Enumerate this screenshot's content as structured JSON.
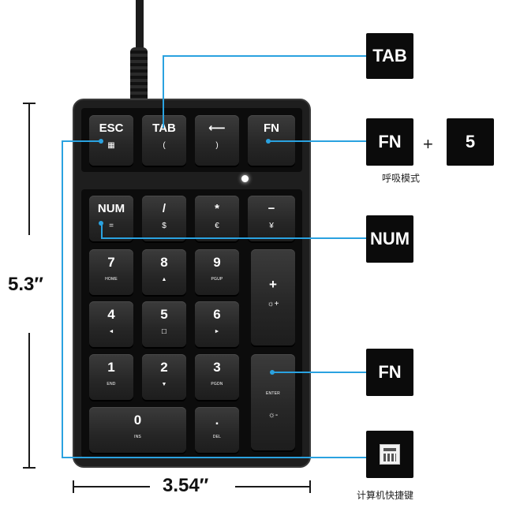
{
  "keyboard": {
    "top_row": [
      {
        "main": "ESC",
        "sub": "▦"
      },
      {
        "main": "TAB",
        "sub": "("
      },
      {
        "main": "⟵",
        "sub": ")"
      },
      {
        "main": "FN",
        "sub": ""
      }
    ],
    "rows": [
      [
        {
          "main": "NUM",
          "sub": "="
        },
        {
          "main": "/",
          "sub": "$"
        },
        {
          "main": "*",
          "sub": "€"
        },
        {
          "main": "−",
          "sub": "¥"
        }
      ],
      [
        {
          "main": "7",
          "sub": "HOME"
        },
        {
          "main": "8",
          "sub": "▲"
        },
        {
          "main": "9",
          "sub": "PGUP"
        }
      ],
      [
        {
          "main": "4",
          "sub": "◄"
        },
        {
          "main": "5",
          "sub": "☐"
        },
        {
          "main": "6",
          "sub": "►"
        }
      ],
      [
        {
          "main": "1",
          "sub": "END"
        },
        {
          "main": "2",
          "sub": "▼"
        },
        {
          "main": "3",
          "sub": "PGDN"
        }
      ],
      [
        {
          "main": "0",
          "sub": "INS"
        },
        {
          "main": ".",
          "sub": "DEL"
        }
      ]
    ],
    "plus_key": {
      "main": "+",
      "sub": "☼+"
    },
    "enter_key": {
      "main": "ENTER",
      "sub": "☼-"
    }
  },
  "callouts": {
    "tab": "TAB",
    "fn": "FN",
    "five": "5",
    "plus": "+",
    "mode_caption": "呼吸模式",
    "num": "NUM",
    "fn_enter": "FN",
    "calc_caption": "计算机快捷键"
  },
  "dimensions": {
    "height": "5.3″",
    "width": "3.54″"
  },
  "colors": {
    "accent": "#2aa2e0",
    "key": "#2b2b2b",
    "label_box": "#0b0b0b"
  }
}
